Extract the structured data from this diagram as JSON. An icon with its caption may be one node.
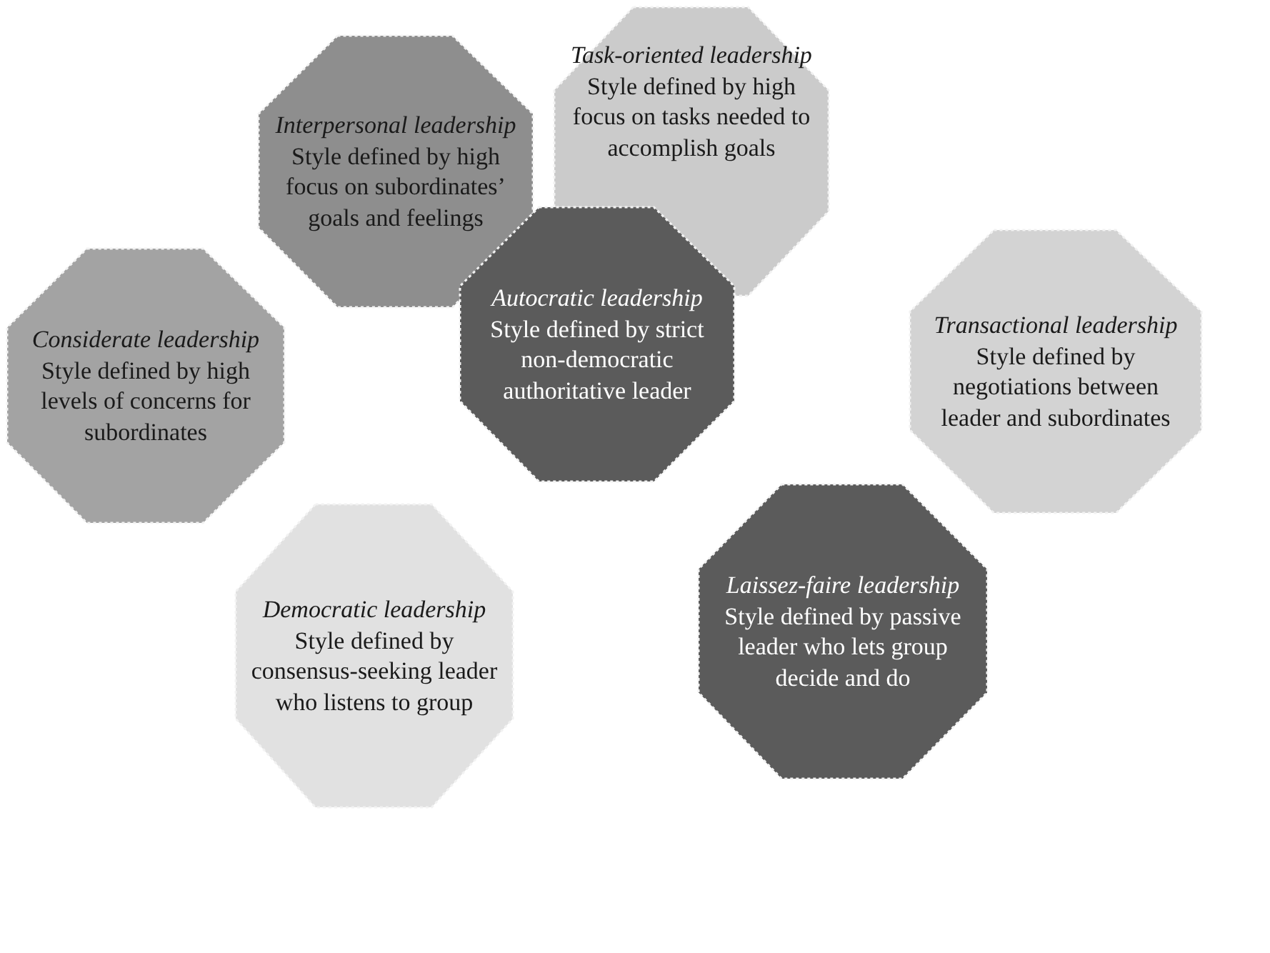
{
  "diagram": {
    "nodes": [
      {
        "text": [
          "Interpersonal leadership",
          "Style defined by high focus on subordinates’ goals and feelings"
        ]
      },
      {
        "text": [
          "Task-oriented leadership",
          "Style defined by high focus on tasks needed to accomplish goals"
        ]
      },
      {
        "text": [
          "Considerate leadership",
          "Style defined by high levels of concerns for subordinates"
        ]
      },
      {
        "text": [
          "Autocratic leadership",
          "Style defined by strict non-democratic authoritative leader"
        ]
      },
      {
        "text": [
          "Transactional leadership",
          "Style defined by negotiations between leader and subordinates"
        ]
      },
      {
        "text": [
          "Democratic leadership",
          "Style defined by consensus-seeking leader who listens to group"
        ]
      },
      {
        "text": [
          "Laissez-faire leadership",
          "Style defined by passive leader who lets group decide and do"
        ]
      }
    ]
  }
}
